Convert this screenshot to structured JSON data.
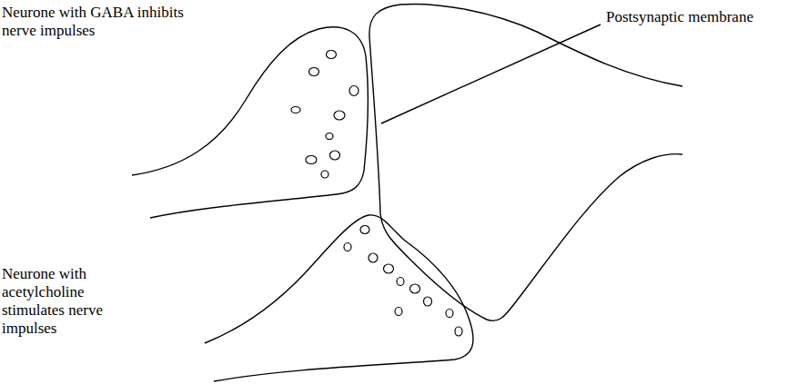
{
  "diagram": {
    "labels": [
      "Neurone with GABA inhibits nerve impulses",
      "Postsynaptic membrane",
      "Neurone with acetylcholine stimulates nerve impulses"
    ]
  }
}
